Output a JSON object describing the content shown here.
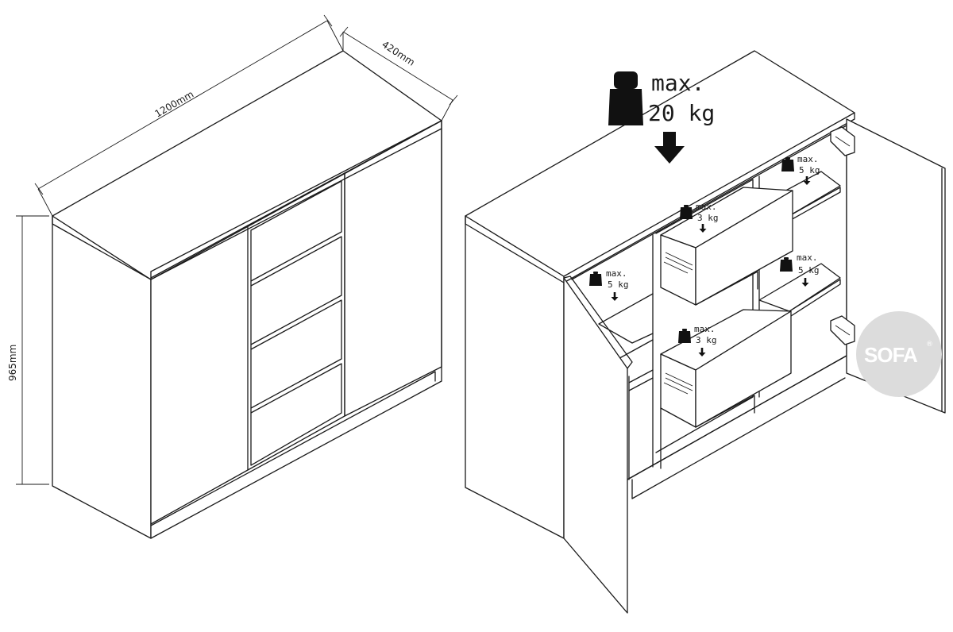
{
  "dimensions": {
    "width": "1200mm",
    "depth": "420mm",
    "height": "965mm"
  },
  "load_labels": {
    "top": {
      "line1": "max.",
      "line2": "20 kg"
    },
    "left_shelf": {
      "line1": "max.",
      "line2": "5 kg"
    },
    "drawer_upper": {
      "line1": "max.",
      "line2": "3 kg"
    },
    "drawer_lower": {
      "line1": "max.",
      "line2": "3 kg"
    },
    "right_shelf_upper": {
      "line1": "max.",
      "line2": "5 kg"
    },
    "right_shelf_lower": {
      "line1": "max.",
      "line2": "5 kg"
    }
  },
  "logo": {
    "text": "SOFA",
    "mark": "®"
  },
  "colors": {
    "line": "#1a1a1a",
    "weight": "#111111",
    "logo_bg": "#dcdcdc"
  }
}
